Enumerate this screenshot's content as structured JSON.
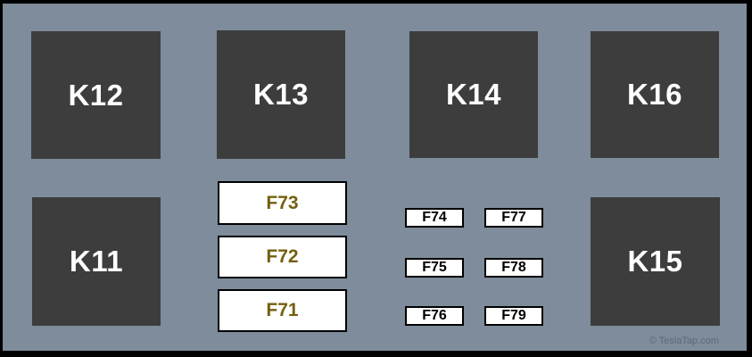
{
  "relays": [
    {
      "label": "K12"
    },
    {
      "label": "K13"
    },
    {
      "label": "K14"
    },
    {
      "label": "K16"
    },
    {
      "label": "K11"
    },
    {
      "label": "K15"
    }
  ],
  "fuses_large": [
    {
      "label": "F73"
    },
    {
      "label": "F72"
    },
    {
      "label": "F71"
    }
  ],
  "fuses_small": [
    {
      "label": "F74"
    },
    {
      "label": "F77"
    },
    {
      "label": "F75"
    },
    {
      "label": "F78"
    },
    {
      "label": "F76"
    },
    {
      "label": "F79"
    }
  ],
  "watermark": "© TeslaTap.com",
  "colors": {
    "frame": "#000000",
    "panel_background": "#7E8C9B",
    "relay_fill": "#3D3D3D",
    "relay_text": "#FFFFFF",
    "fuse_fill": "#FFFFFF",
    "fuse_border": "#000000",
    "fuse_large_text": "#73600F",
    "fuse_small_text": "#000000",
    "watermark_text": "#5E6A75"
  }
}
